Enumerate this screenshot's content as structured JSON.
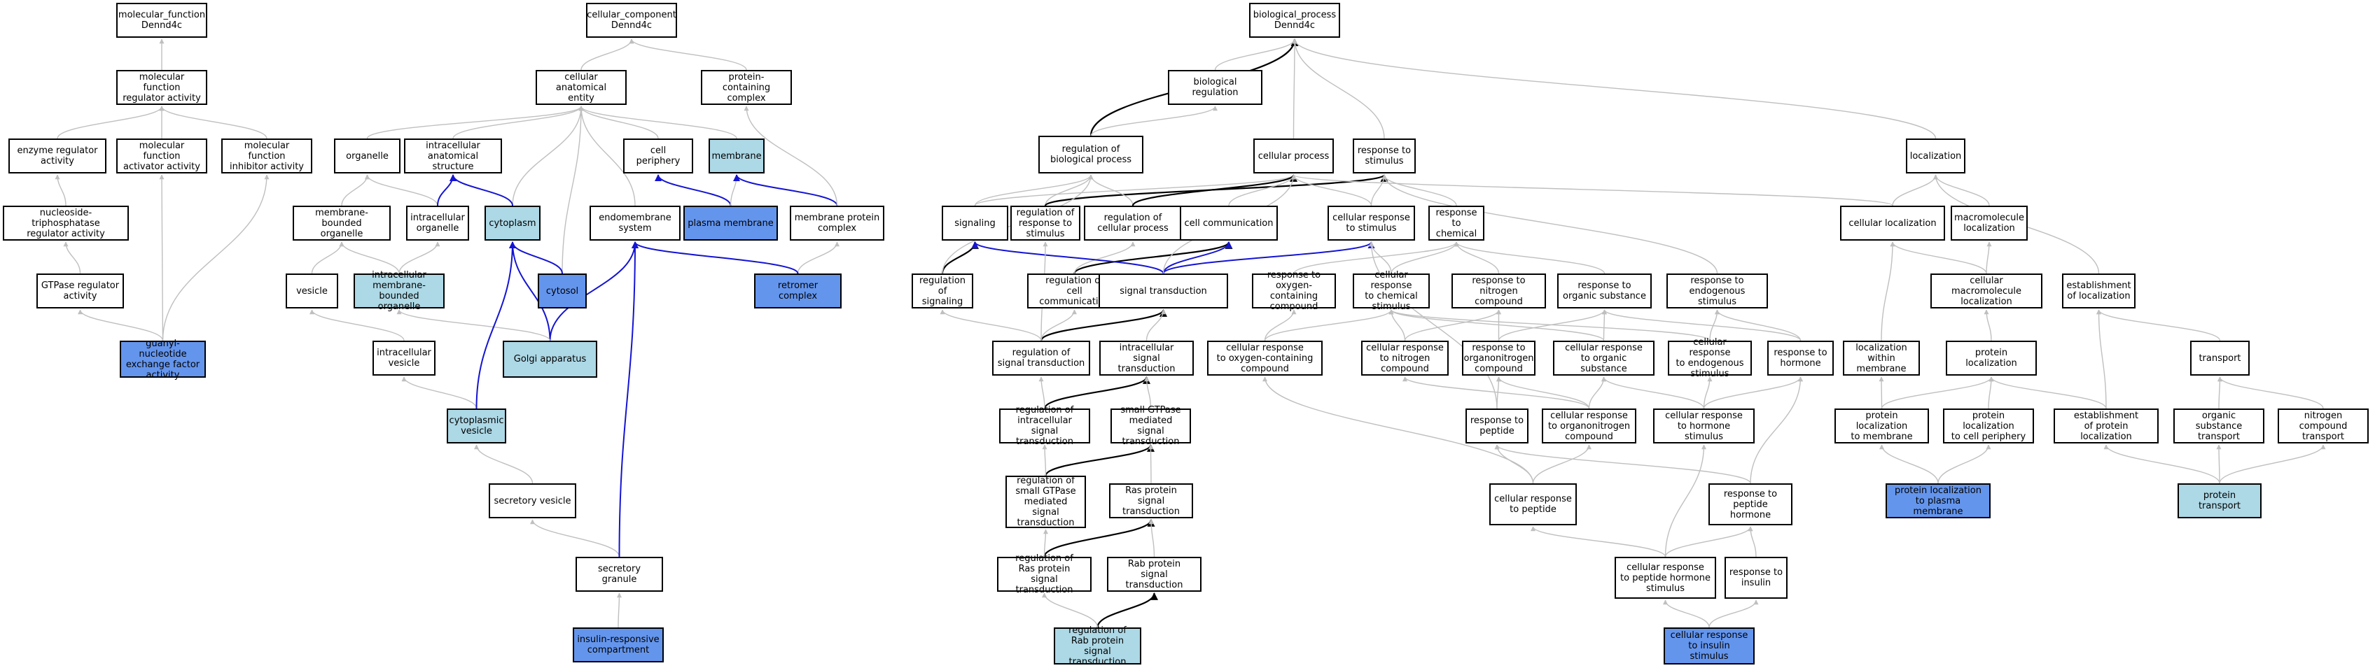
{
  "colors": {
    "edge_gray": "#bfbfbf",
    "edge_black": "#000000",
    "edge_blue": "#1414d2",
    "light_blue": "#add8e6",
    "cornflower_blue": "#6495ed"
  },
  "nodes": [
    {
      "id": "mf_root",
      "label": "molecular_function\nDennd4c"
    },
    {
      "id": "mf_reg",
      "label": "molecular function\nregulator activity"
    },
    {
      "id": "enz_reg",
      "label": "enzyme regulator\nactivity"
    },
    {
      "id": "mf_act",
      "label": "molecular function\nactivator activity"
    },
    {
      "id": "mf_inh",
      "label": "molecular function\ninhibitor activity"
    },
    {
      "id": "ntp_reg",
      "label": "nucleoside-triphosphatase\nregulator activity"
    },
    {
      "id": "gtpase_reg",
      "label": "GTPase regulator\nactivity"
    },
    {
      "id": "gef",
      "label": "guanyl-nucleotide\nexchange factor\nactivity",
      "fill": "dark"
    },
    {
      "id": "cc_root",
      "label": "cellular_component\nDennd4c"
    },
    {
      "id": "cae",
      "label": "cellular anatomical\nentity"
    },
    {
      "id": "pcc",
      "label": "protein-containing\ncomplex"
    },
    {
      "id": "organelle",
      "label": "organelle"
    },
    {
      "id": "ias",
      "label": "intracellular\nanatomical structure"
    },
    {
      "id": "periphery",
      "label": "cell periphery"
    },
    {
      "id": "membrane",
      "label": "membrane",
      "fill": "light"
    },
    {
      "id": "mbo",
      "label": "membrane-bounded\norganelle"
    },
    {
      "id": "io",
      "label": "intracellular\norganelle"
    },
    {
      "id": "cytoplasm",
      "label": "cytoplasm",
      "fill": "light"
    },
    {
      "id": "endomem",
      "label": "endomembrane\nsystem"
    },
    {
      "id": "plasma",
      "label": "plasma membrane",
      "fill": "dark"
    },
    {
      "id": "mpc",
      "label": "membrane protein\ncomplex"
    },
    {
      "id": "vesicle",
      "label": "vesicle"
    },
    {
      "id": "imbo",
      "label": "intracellular\nmembrane-bounded\norganelle",
      "fill": "light"
    },
    {
      "id": "cytosol",
      "label": "cytosol",
      "fill": "dark"
    },
    {
      "id": "retromer",
      "label": "retromer complex",
      "fill": "dark"
    },
    {
      "id": "ivesicle",
      "label": "intracellular\nvesicle"
    },
    {
      "id": "golgi",
      "label": "Golgi apparatus",
      "fill": "light"
    },
    {
      "id": "cvesicle",
      "label": "cytoplasmic\nvesicle",
      "fill": "light"
    },
    {
      "id": "svesicle",
      "label": "secretory vesicle"
    },
    {
      "id": "sgranule",
      "label": "secretory granule"
    },
    {
      "id": "irc",
      "label": "insulin-responsive\ncompartment",
      "fill": "dark"
    },
    {
      "id": "bp_root",
      "label": "biological_process\nDennd4c"
    },
    {
      "id": "bioreg",
      "label": "biological regulation"
    },
    {
      "id": "regbp",
      "label": "regulation of\nbiological process"
    },
    {
      "id": "cp",
      "label": "cellular process"
    },
    {
      "id": "rts",
      "label": "response to\nstimulus"
    },
    {
      "id": "loc",
      "label": "localization"
    },
    {
      "id": "signaling",
      "label": "signaling"
    },
    {
      "id": "regrts",
      "label": "regulation of\nresponse to\nstimulus"
    },
    {
      "id": "regcp",
      "label": "regulation of\ncellular process"
    },
    {
      "id": "cellcomm",
      "label": "cell communication"
    },
    {
      "id": "crs",
      "label": "cellular response\nto stimulus"
    },
    {
      "id": "rtc",
      "label": "response to\nchemical"
    },
    {
      "id": "cloc",
      "label": "cellular localization"
    },
    {
      "id": "macloc",
      "label": "macromolecule\nlocalization"
    },
    {
      "id": "regsig",
      "label": "regulation of\nsignaling"
    },
    {
      "id": "regcc",
      "label": "regulation of\ncell communication"
    },
    {
      "id": "st",
      "label": "signal transduction"
    },
    {
      "id": "rtocc",
      "label": "response to\noxygen-containing\ncompound"
    },
    {
      "id": "crcs",
      "label": "cellular response\nto chemical\nstimulus"
    },
    {
      "id": "rtnc",
      "label": "response to\nnitrogen compound"
    },
    {
      "id": "rtos",
      "label": "response to\norganic substance"
    },
    {
      "id": "rtes",
      "label": "response to\nendogenous stimulus"
    },
    {
      "id": "cml",
      "label": "cellular macromolecule\nlocalization"
    },
    {
      "id": "eol",
      "label": "establishment\nof localization"
    },
    {
      "id": "regst",
      "label": "regulation of\nsignal transduction"
    },
    {
      "id": "ist",
      "label": "intracellular\nsignal transduction"
    },
    {
      "id": "crocc",
      "label": "cellular response\nto oxygen-containing\ncompound"
    },
    {
      "id": "crnc",
      "label": "cellular response\nto nitrogen\ncompound"
    },
    {
      "id": "rtonc",
      "label": "response to\norganonitrogen\ncompound"
    },
    {
      "id": "cros",
      "label": "cellular response\nto organic substance"
    },
    {
      "id": "cres",
      "label": "cellular response\nto endogenous\nstimulus"
    },
    {
      "id": "rth",
      "label": "response to\nhormone"
    },
    {
      "id": "lwm",
      "label": "localization\nwithin membrane"
    },
    {
      "id": "ploc",
      "label": "protein localization"
    },
    {
      "id": "transport",
      "label": "transport"
    },
    {
      "id": "regist",
      "label": "regulation of\nintracellular\nsignal transduction"
    },
    {
      "id": "sgtpase",
      "label": "small GTPase\nmediated signal\ntransduction"
    },
    {
      "id": "rtp",
      "label": "response to\npeptide"
    },
    {
      "id": "cronc",
      "label": "cellular response\nto organonitrogen\ncompound"
    },
    {
      "id": "crhs",
      "label": "cellular response\nto hormone stimulus"
    },
    {
      "id": "pltm",
      "label": "protein localization\nto membrane"
    },
    {
      "id": "pltcp",
      "label": "protein localization\nto cell periphery"
    },
    {
      "id": "eopl",
      "label": "establishment\nof protein localization"
    },
    {
      "id": "ost",
      "label": "organic substance\ntransport"
    },
    {
      "id": "nct",
      "label": "nitrogen compound\ntransport"
    },
    {
      "id": "regsgtpase",
      "label": "regulation of\nsmall GTPase\nmediated signal\ntransduction"
    },
    {
      "id": "ras",
      "label": "Ras protein\nsignal transduction"
    },
    {
      "id": "crp",
      "label": "cellular response\nto peptide"
    },
    {
      "id": "rtph",
      "label": "response to\npeptide hormone"
    },
    {
      "id": "pltpm",
      "label": "protein localization\nto plasma membrane",
      "fill": "dark"
    },
    {
      "id": "ptransport",
      "label": "protein transport",
      "fill": "light"
    },
    {
      "id": "regras",
      "label": "regulation of\nRas protein\nsignal transduction"
    },
    {
      "id": "rab",
      "label": "Rab protein\nsignal transduction"
    },
    {
      "id": "crphs",
      "label": "cellular response\nto peptide hormone\nstimulus"
    },
    {
      "id": "rti",
      "label": "response to\ninsulin"
    },
    {
      "id": "regrab",
      "label": "regulation of\nRab protein\nsignal transduction",
      "fill": "light"
    },
    {
      "id": "cris",
      "label": "cellular response\nto insulin stimulus",
      "fill": "dark"
    }
  ],
  "edges": [
    [
      "mf_reg",
      "mf_root",
      "g"
    ],
    [
      "enz_reg",
      "mf_reg",
      "g"
    ],
    [
      "mf_act",
      "mf_reg",
      "g"
    ],
    [
      "mf_inh",
      "mf_reg",
      "g"
    ],
    [
      "ntp_reg",
      "enz_reg",
      "g"
    ],
    [
      "gtpase_reg",
      "ntp_reg",
      "g"
    ],
    [
      "gef",
      "gtpase_reg",
      "g"
    ],
    [
      "gef",
      "mf_act",
      "g"
    ],
    [
      "gef",
      "mf_inh",
      "g"
    ],
    [
      "cae",
      "cc_root",
      "g"
    ],
    [
      "pcc",
      "cc_root",
      "g"
    ],
    [
      "organelle",
      "cae",
      "g"
    ],
    [
      "ias",
      "cae",
      "g"
    ],
    [
      "periphery",
      "cae",
      "g"
    ],
    [
      "membrane",
      "cae",
      "g"
    ],
    [
      "cytoplasm",
      "cae",
      "g"
    ],
    [
      "endomem",
      "cae",
      "g"
    ],
    [
      "cytosol",
      "cae",
      "g"
    ],
    [
      "mbo",
      "organelle",
      "g"
    ],
    [
      "io",
      "organelle",
      "g"
    ],
    [
      "io",
      "ias",
      "b"
    ],
    [
      "cytoplasm",
      "ias",
      "b"
    ],
    [
      "plasma",
      "periphery",
      "b"
    ],
    [
      "plasma",
      "membrane",
      "g"
    ],
    [
      "mpc",
      "membrane",
      "b"
    ],
    [
      "mpc",
      "pcc",
      "g"
    ],
    [
      "vesicle",
      "mbo",
      "g"
    ],
    [
      "imbo",
      "mbo",
      "g"
    ],
    [
      "imbo",
      "io",
      "g"
    ],
    [
      "cytosol",
      "cytoplasm",
      "b"
    ],
    [
      "retromer",
      "mpc",
      "g"
    ],
    [
      "retromer",
      "endomem",
      "b"
    ],
    [
      "ivesicle",
      "vesicle",
      "g"
    ],
    [
      "golgi",
      "cytoplasm",
      "b"
    ],
    [
      "golgi",
      "endomem",
      "b"
    ],
    [
      "golgi",
      "imbo",
      "g"
    ],
    [
      "cvesicle",
      "ivesicle",
      "g"
    ],
    [
      "cvesicle",
      "cytoplasm",
      "b"
    ],
    [
      "svesicle",
      "cvesicle",
      "g"
    ],
    [
      "sgranule",
      "svesicle",
      "g"
    ],
    [
      "sgranule",
      "endomem",
      "b"
    ],
    [
      "irc",
      "sgranule",
      "g"
    ],
    [
      "bioreg",
      "bp_root",
      "g"
    ],
    [
      "regbp",
      "bp_root",
      "k"
    ],
    [
      "regbp",
      "bioreg",
      "g"
    ],
    [
      "cp",
      "bp_root",
      "g"
    ],
    [
      "rts",
      "bp_root",
      "g"
    ],
    [
      "loc",
      "bp_root",
      "g"
    ],
    [
      "signaling",
      "regbp",
      "g"
    ],
    [
      "signaling",
      "cp",
      "g"
    ],
    [
      "regrts",
      "regbp",
      "g"
    ],
    [
      "regrts",
      "rts",
      "k"
    ],
    [
      "regcp",
      "regbp",
      "g"
    ],
    [
      "regcp",
      "cp",
      "k"
    ],
    [
      "cellcomm",
      "cp",
      "g"
    ],
    [
      "crs",
      "cp",
      "g"
    ],
    [
      "crs",
      "rts",
      "g"
    ],
    [
      "rtc",
      "rts",
      "g"
    ],
    [
      "cloc",
      "loc",
      "g"
    ],
    [
      "cloc",
      "cp",
      "g"
    ],
    [
      "macloc",
      "loc",
      "g"
    ],
    [
      "regsig",
      "signaling",
      "k"
    ],
    [
      "regsig",
      "regbp",
      "g"
    ],
    [
      "regcc",
      "cellcomm",
      "k"
    ],
    [
      "regcc",
      "regcp",
      "g"
    ],
    [
      "st",
      "signaling",
      "b"
    ],
    [
      "st",
      "cellcomm",
      "b"
    ],
    [
      "st",
      "crs",
      "b"
    ],
    [
      "st",
      "cp",
      "g"
    ],
    [
      "rtocc",
      "rtc",
      "g"
    ],
    [
      "crcs",
      "crs",
      "g"
    ],
    [
      "crcs",
      "rtc",
      "g"
    ],
    [
      "rtnc",
      "rtc",
      "g"
    ],
    [
      "rtos",
      "rtc",
      "g"
    ],
    [
      "rtes",
      "rts",
      "g"
    ],
    [
      "cml",
      "cloc",
      "g"
    ],
    [
      "cml",
      "macloc",
      "g"
    ],
    [
      "eol",
      "loc",
      "g"
    ],
    [
      "regst",
      "st",
      "k"
    ],
    [
      "regst",
      "regsig",
      "g"
    ],
    [
      "regst",
      "regcc",
      "g"
    ],
    [
      "regst",
      "regrts",
      "g"
    ],
    [
      "ist",
      "st",
      "g"
    ],
    [
      "crocc",
      "rtocc",
      "g"
    ],
    [
      "crocc",
      "crcs",
      "g"
    ],
    [
      "crnc",
      "rtnc",
      "g"
    ],
    [
      "crnc",
      "crcs",
      "g"
    ],
    [
      "rtonc",
      "rtnc",
      "g"
    ],
    [
      "rtonc",
      "rtos",
      "g"
    ],
    [
      "cros",
      "rtos",
      "g"
    ],
    [
      "cros",
      "crcs",
      "g"
    ],
    [
      "cres",
      "rtes",
      "g"
    ],
    [
      "cres",
      "crcs",
      "g"
    ],
    [
      "rth",
      "rtes",
      "g"
    ],
    [
      "rth",
      "rtos",
      "g"
    ],
    [
      "lwm",
      "cloc",
      "g"
    ],
    [
      "ploc",
      "cml",
      "g"
    ],
    [
      "transport",
      "eol",
      "g"
    ],
    [
      "regist",
      "ist",
      "k"
    ],
    [
      "regist",
      "regst",
      "g"
    ],
    [
      "sgtpase",
      "ist",
      "g"
    ],
    [
      "rtp",
      "rtonc",
      "g"
    ],
    [
      "rtp",
      "crs",
      "g"
    ],
    [
      "cronc",
      "rtonc",
      "g"
    ],
    [
      "cronc",
      "cros",
      "g"
    ],
    [
      "cronc",
      "crnc",
      "g"
    ],
    [
      "crhs",
      "cres",
      "g"
    ],
    [
      "crhs",
      "rth",
      "g"
    ],
    [
      "crhs",
      "cros",
      "g"
    ],
    [
      "pltm",
      "lwm",
      "g"
    ],
    [
      "pltm",
      "ploc",
      "g"
    ],
    [
      "pltcp",
      "ploc",
      "g"
    ],
    [
      "eopl",
      "ploc",
      "g"
    ],
    [
      "eopl",
      "eol",
      "g"
    ],
    [
      "ost",
      "transport",
      "g"
    ],
    [
      "nct",
      "transport",
      "g"
    ],
    [
      "regsgtpase",
      "sgtpase",
      "k"
    ],
    [
      "regsgtpase",
      "regist",
      "g"
    ],
    [
      "ras",
      "sgtpase",
      "g"
    ],
    [
      "crp",
      "rtp",
      "g"
    ],
    [
      "crp",
      "cronc",
      "g"
    ],
    [
      "crp",
      "crocc",
      "g"
    ],
    [
      "rtph",
      "rtp",
      "g"
    ],
    [
      "rtph",
      "rth",
      "g"
    ],
    [
      "pltpm",
      "pltm",
      "g"
    ],
    [
      "pltpm",
      "pltcp",
      "g"
    ],
    [
      "ptransport",
      "eopl",
      "g"
    ],
    [
      "ptransport",
      "ost",
      "g"
    ],
    [
      "ptransport",
      "nct",
      "g"
    ],
    [
      "regras",
      "ras",
      "k"
    ],
    [
      "regras",
      "regsgtpase",
      "g"
    ],
    [
      "rab",
      "ras",
      "g"
    ],
    [
      "crphs",
      "rtph",
      "g"
    ],
    [
      "crphs",
      "crp",
      "g"
    ],
    [
      "crphs",
      "crhs",
      "g"
    ],
    [
      "rti",
      "rtph",
      "g"
    ],
    [
      "regrab",
      "rab",
      "k"
    ],
    [
      "regrab",
      "regras",
      "g"
    ],
    [
      "cris",
      "rti",
      "g"
    ],
    [
      "cris",
      "crphs",
      "g"
    ]
  ]
}
